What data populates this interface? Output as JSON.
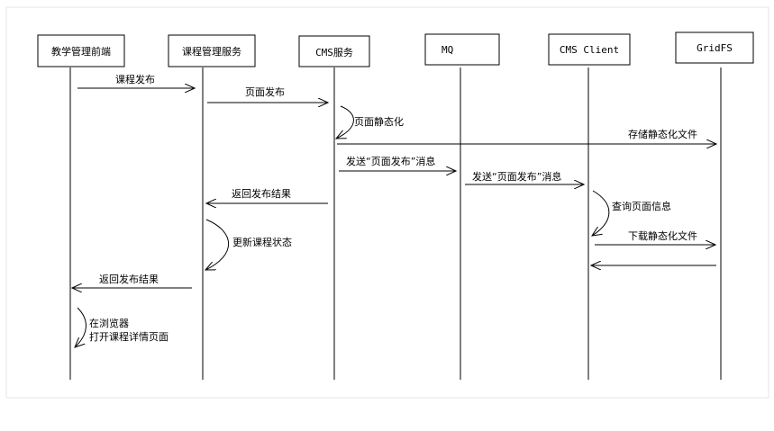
{
  "diagram": {
    "participants": [
      {
        "id": "p0",
        "label": "教学管理前端"
      },
      {
        "id": "p1",
        "label": "课程管理服务"
      },
      {
        "id": "p2",
        "label": "CMS服务"
      },
      {
        "id": "p3",
        "label": "MQ"
      },
      {
        "id": "p4",
        "label": "CMS Client"
      },
      {
        "id": "p5",
        "label": "GridFS"
      }
    ],
    "messages": [
      {
        "id": "m0",
        "label": "课程发布"
      },
      {
        "id": "m1",
        "label": "页面发布"
      },
      {
        "id": "m2",
        "label": "页面静态化"
      },
      {
        "id": "m3",
        "label": "存储静态化文件"
      },
      {
        "id": "m4",
        "label": "发送“页面发布”消息"
      },
      {
        "id": "m5",
        "label": "发送“页面发布”消息"
      },
      {
        "id": "m6",
        "label": "返回发布结果"
      },
      {
        "id": "m7",
        "label": "查询页面信息"
      },
      {
        "id": "m8",
        "label": "更新课程状态"
      },
      {
        "id": "m9",
        "label": "下载静态化文件"
      },
      {
        "id": "m10",
        "label": ""
      },
      {
        "id": "m11",
        "label": "返回发布结果"
      },
      {
        "id": "m12",
        "label": "在浏览器\n打开课程详情页面"
      }
    ]
  }
}
